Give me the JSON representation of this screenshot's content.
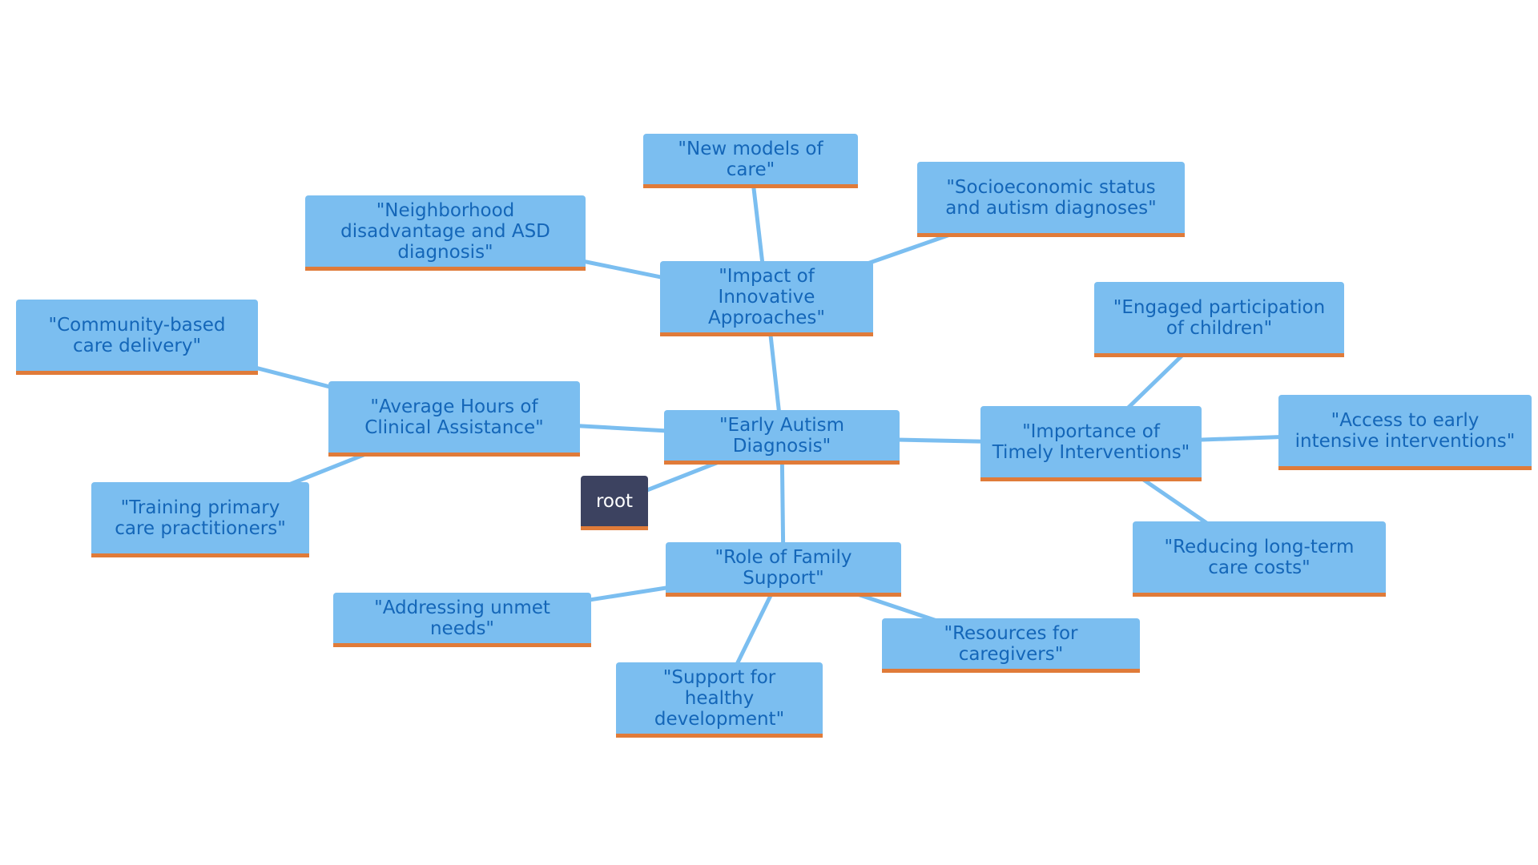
{
  "colors": {
    "node_fill": "#7bbef0",
    "node_text": "#1466b8",
    "node_border": "#e07b39",
    "root_fill": "#3c4260",
    "root_text": "#ffffff",
    "edge": "#7bbef0"
  },
  "mindmap": {
    "root": {
      "label": "root"
    },
    "center": {
      "label": "\"Early Autism Diagnosis\""
    },
    "branches": [
      {
        "label": "\"Impact of Innovative Approaches\"",
        "children": [
          {
            "label": "\"New models of care\""
          },
          {
            "label": "\"Socioeconomic status and autism diagnoses\""
          },
          {
            "label": "\"Neighborhood disadvantage and ASD diagnosis\""
          }
        ]
      },
      {
        "label": "\"Average Hours of Clinical Assistance\"",
        "children": [
          {
            "label": "\"Community-based care delivery\""
          },
          {
            "label": "\"Training primary care practitioners\""
          }
        ]
      },
      {
        "label": "\"Importance of Timely Interventions\"",
        "children": [
          {
            "label": "\"Engaged participation of children\""
          },
          {
            "label": "\"Access to early intensive interventions\""
          },
          {
            "label": "\"Reducing long-term care costs\""
          }
        ]
      },
      {
        "label": "\"Role of Family Support\"",
        "children": [
          {
            "label": "\"Addressing unmet needs\""
          },
          {
            "label": "\"Support for healthy development\""
          },
          {
            "label": "\"Resources for caregivers\""
          }
        ]
      }
    ]
  }
}
